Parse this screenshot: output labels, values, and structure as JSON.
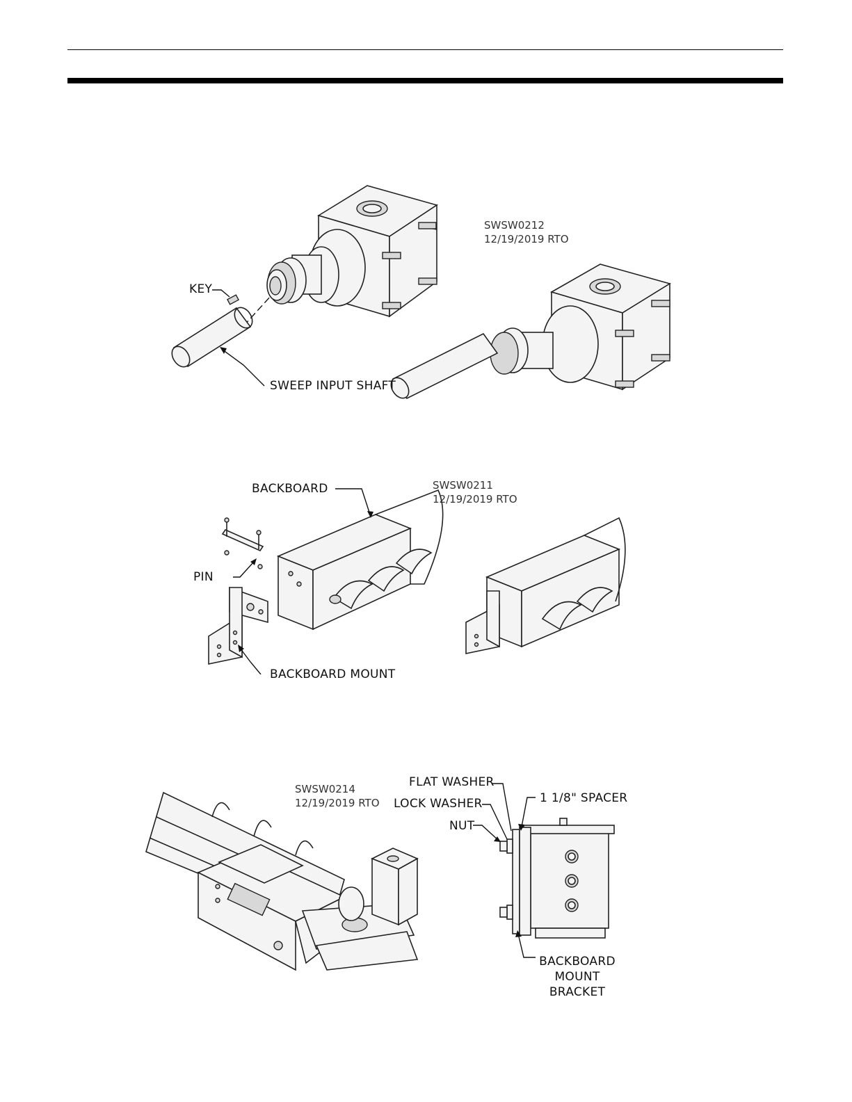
{
  "figure1": {
    "labels": {
      "key": "KEY",
      "sweep_input_shaft": "SWEEP INPUT SHAFT"
    },
    "code": "SWSW0212",
    "date": "12/19/2019 RTO"
  },
  "figure2": {
    "labels": {
      "backboard": "BACKBOARD",
      "pin": "PIN",
      "backboard_mount": "BACKBOARD MOUNT"
    },
    "code": "SWSW0211",
    "date": "12/19/2019 RTO"
  },
  "figure3": {
    "labels": {
      "flat_washer": "FLAT WASHER",
      "lock_washer": "LOCK WASHER",
      "nut": "NUT",
      "spacer": "1 1/8\" SPACER",
      "bracket_line1": "BACKBOARD",
      "bracket_line2": "MOUNT",
      "bracket_line3": "BRACKET"
    },
    "code": "SWSW0214",
    "date": "12/19/2019 RTO"
  }
}
